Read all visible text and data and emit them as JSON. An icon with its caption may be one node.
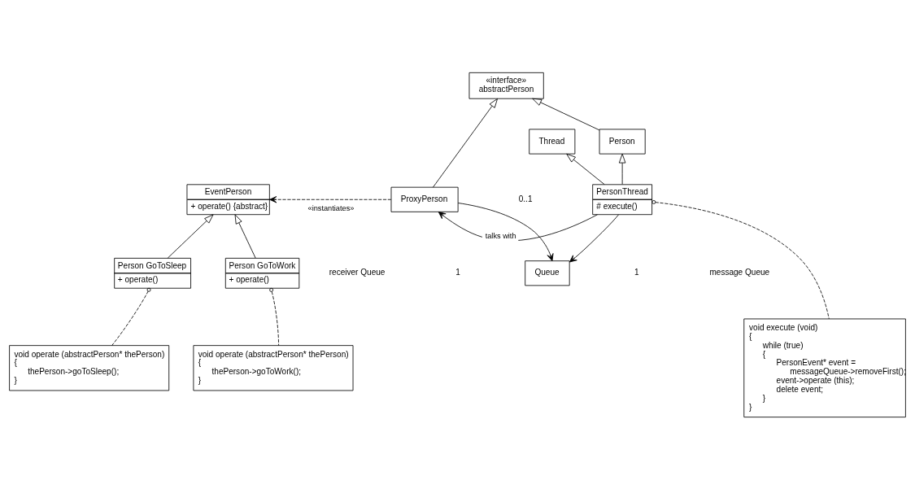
{
  "diagram": {
    "nodes": [
      {
        "text": [
          "«interface»",
          "abstractPerson"
        ]
      },
      {
        "text": [
          "Person"
        ]
      },
      {
        "text": [
          "Thread"
        ]
      },
      {
        "text": [
          "EventPerson",
          "+ operate() {abstract}"
        ]
      },
      {
        "text": [
          "ProxyPerson"
        ]
      },
      {
        "text": [
          "PersonThread",
          "# execute()"
        ]
      },
      {
        "text": [
          "Person GoToSleep",
          "+ operate()"
        ]
      },
      {
        "text": [
          "Person GoToWork",
          "+ operate()"
        ]
      },
      {
        "text": [
          "Queue"
        ]
      },
      {
        "text": [
          "void operate (abstractPerson* thePerson)",
          "{",
          "thePerson->goToSleep();",
          "}"
        ]
      },
      {
        "text": [
          "void operate (abstractPerson* thePerson)",
          "{",
          "thePerson->goToWork();",
          "}"
        ]
      },
      {
        "text": [
          "void execute (void)",
          "{",
          "while (true)",
          "{",
          "PersonEvent* event = messageQueue->removeFirst();",
          "event->operate (this);",
          "delete event;",
          "}",
          "}"
        ]
      }
    ],
    "edges": [
      {
        "from": 4,
        "to": 0,
        "arrow": "to"
      },
      {
        "from": 1,
        "to": 0,
        "arrow": "to"
      },
      {
        "from": 5,
        "to": 1,
        "arrow": "to"
      },
      {
        "from": 5,
        "to": 2,
        "arrow": "to"
      },
      {
        "from": 4,
        "to": 3,
        "arrow": "to",
        "label": "«instantiates»",
        "style": "dashed"
      },
      {
        "from": 5,
        "to": 4,
        "arrow": "to",
        "label": "talks with"
      },
      {
        "from": 6,
        "to": 3,
        "arrow": "to"
      },
      {
        "from": 7,
        "to": 3,
        "arrow": "to"
      },
      {
        "from": 4,
        "to": 8,
        "arrow": "to"
      },
      {
        "from": 5,
        "to": 8,
        "arrow": "to"
      },
      {
        "from": 6,
        "to": 9,
        "arrow": "other",
        "style": "dashed"
      },
      {
        "from": 7,
        "to": 10,
        "arrow": "other",
        "style": "dashed"
      },
      {
        "from": 5,
        "to": 11,
        "arrow": "other",
        "style": "dashed"
      }
    ],
    "labels": [
      "0..1",
      "1",
      "receiver Queue",
      "1",
      "message Queue"
    ]
  }
}
